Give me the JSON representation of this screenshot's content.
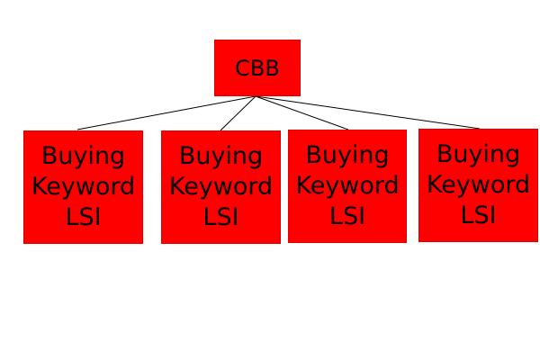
{
  "colors": {
    "box_fill": "#ff0000",
    "connector": "#000000",
    "text": "#000000",
    "background": "#ffffff"
  },
  "root": {
    "label": "CBB"
  },
  "children": [
    {
      "line1": "Buying",
      "line2": "Keyword",
      "line3": "LSI"
    },
    {
      "line1": "Buying",
      "line2": "Keyword",
      "line3": "LSI"
    },
    {
      "line1": "Buying",
      "line2": "Keyword",
      "line3": "LSI"
    },
    {
      "line1": "Buying",
      "line2": "Keyword",
      "line3": "LSI"
    }
  ]
}
